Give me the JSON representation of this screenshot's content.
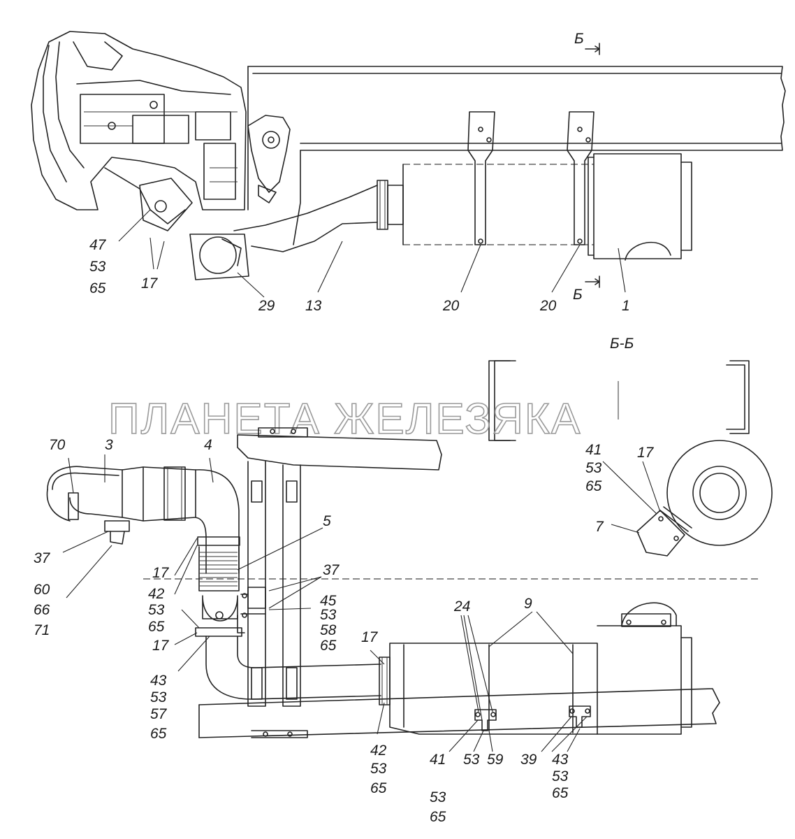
{
  "watermark": "ПЛАНЕТА ЖЕЛЕЗЯКА",
  "section_marks": {
    "top": "Б",
    "bottom": "Б",
    "view_title": "Б-Б"
  },
  "top_view_labels": {
    "l47": "47",
    "l53": "53",
    "l65": "65",
    "l17": "17",
    "l29": "29",
    "l13": "13",
    "l20a": "20",
    "l20b": "20",
    "l1": "1"
  },
  "section_view_labels": {
    "l41": "41",
    "l53": "53",
    "l65": "65",
    "l17": "17",
    "l7": "7"
  },
  "side_view_labels": {
    "l70": "70",
    "l3": "3",
    "l4": "4",
    "l5": "5",
    "l37a": "37",
    "l37b": "37",
    "l60": "60",
    "l66": "66",
    "l71": "71",
    "l17a": "17",
    "l42a": "42",
    "l53a": "53",
    "l65a": "65",
    "l45": "45",
    "l53b": "53",
    "l58": "58",
    "l65b": "65",
    "l17b": "17",
    "l43a": "43",
    "l53c": "53",
    "l57": "57",
    "l65c": "65",
    "l17c": "17",
    "l42b": "42",
    "l53d": "53",
    "l65d": "65",
    "l24": "24",
    "l9": "9",
    "l41": "41",
    "l53e": "53",
    "l65e": "65",
    "l53f": "53",
    "l59": "59",
    "l39": "39",
    "l43b": "43",
    "l53g": "53",
    "l65f": "65"
  }
}
